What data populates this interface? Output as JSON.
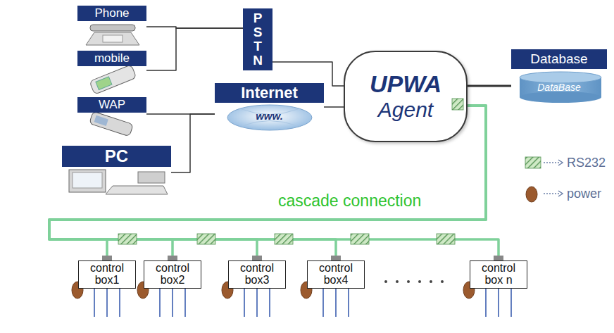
{
  "diagram": {
    "nodes": [
      {
        "text": [
          "Phone"
        ]
      },
      {
        "text": [
          "mobile"
        ]
      },
      {
        "text": [
          "WAP"
        ]
      },
      {
        "text": [
          "PC"
        ]
      },
      {
        "text": [
          "PSTN"
        ]
      },
      {
        "text": [
          "Internet",
          "www."
        ]
      },
      {
        "text": [
          "UPWA",
          "Agent"
        ]
      },
      {
        "text": [
          "Database",
          "DataBase"
        ]
      },
      {
        "text": [
          "control box1"
        ]
      },
      {
        "text": [
          "control box2"
        ]
      },
      {
        "text": [
          "control box3"
        ]
      },
      {
        "text": [
          "control box4"
        ]
      },
      {
        "text": [
          "control box n"
        ]
      }
    ],
    "edges": [
      {
        "from": 0,
        "to": 4,
        "arrow": "none"
      },
      {
        "from": 1,
        "to": 4,
        "arrow": "none"
      },
      {
        "from": 4,
        "to": 6,
        "arrow": "none"
      },
      {
        "from": 2,
        "to": 5,
        "arrow": "none"
      },
      {
        "from": 3,
        "to": 5,
        "arrow": "none"
      },
      {
        "from": 5,
        "to": 6,
        "arrow": "none"
      },
      {
        "from": 6,
        "to": 7,
        "arrow": "none"
      },
      {
        "from": 6,
        "to": 8,
        "arrow": "none"
      },
      {
        "from": 6,
        "to": 9,
        "arrow": "none"
      },
      {
        "from": 6,
        "to": 10,
        "arrow": "none"
      },
      {
        "from": 6,
        "to": 11,
        "arrow": "none"
      },
      {
        "from": 6,
        "to": 12,
        "arrow": "none"
      }
    ],
    "labels": [
      "cascade connection"
    ],
    "legend": [
      {
        "text": "RS232"
      },
      {
        "text": "power"
      }
    ]
  }
}
